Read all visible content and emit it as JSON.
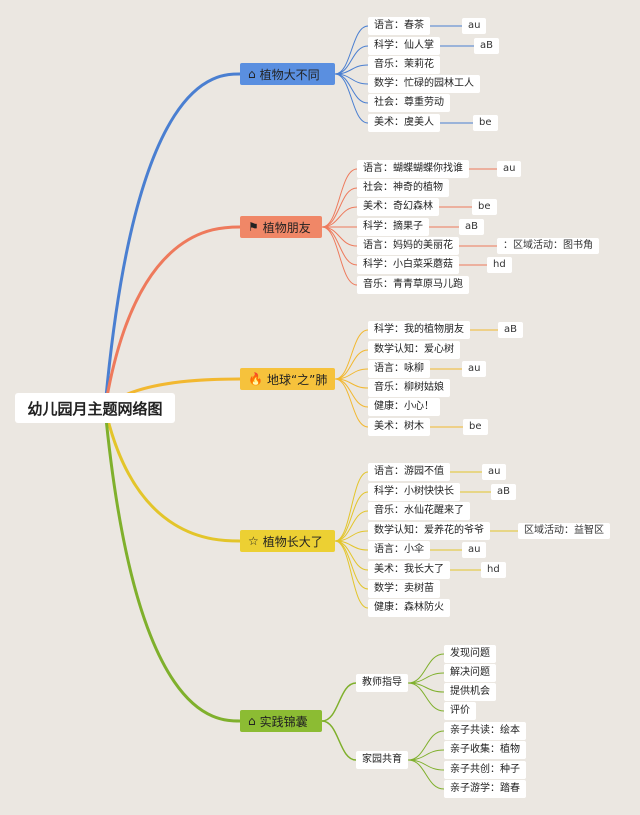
{
  "root": {
    "label": "幼儿园月主题网络图"
  },
  "branches": [
    {
      "label": "植物大不同",
      "icon": "home-icon",
      "icon_glyph": "⌂",
      "color": "#4a7fd1",
      "fill": "#5a8fe0",
      "items": [
        {
          "label": "语言：春茶",
          "tag": "au"
        },
        {
          "label": "科学：仙人掌",
          "tag": "aB"
        },
        {
          "label": "音乐：茉莉花"
        },
        {
          "label": "数学：忙碌的园林工人"
        },
        {
          "label": "社会：尊重劳动"
        },
        {
          "label": "美术：虞美人",
          "tag": "be"
        }
      ]
    },
    {
      "label": "植物朋友",
      "icon": "flag-icon",
      "icon_glyph": "⚑",
      "color": "#ee7a5c",
      "fill": "#f08767",
      "items": [
        {
          "label": "语言：蝴蝶蝴蝶你找谁",
          "tag": "au"
        },
        {
          "label": "社会：神奇的植物"
        },
        {
          "label": "美术：奇幻森林",
          "tag": "be"
        },
        {
          "label": "科学：摘果子",
          "tag": "aB"
        },
        {
          "label": "语言：妈妈的美丽花",
          "tag": "：区域活动：图书角"
        },
        {
          "label": "科学：小白菜采蘑菇",
          "tag": "hd"
        },
        {
          "label": "音乐：青青草原马儿跑"
        }
      ]
    },
    {
      "label": "地球“之”肺",
      "icon": "fire-icon",
      "icon_glyph": "🔥",
      "color": "#f2b830",
      "fill": "#f6c23c",
      "items": [
        {
          "label": "科学：我的植物朋友",
          "tag": "aB"
        },
        {
          "label": "数学认知：爱心树"
        },
        {
          "label": "语言：咏柳",
          "tag": "au"
        },
        {
          "label": "音乐：柳树姑娘"
        },
        {
          "label": "健康：小心！"
        },
        {
          "label": "美术：树木",
          "tag": "be"
        }
      ]
    },
    {
      "label": "植物长大了",
      "icon": "star-icon",
      "icon_glyph": "☆",
      "color": "#e3c52a",
      "fill": "#ecd033",
      "items": [
        {
          "label": "语言：游园不值",
          "tag": "au"
        },
        {
          "label": "科学：小树快快长",
          "tag": "aB"
        },
        {
          "label": "音乐：水仙花醒来了"
        },
        {
          "label": "数学认知：爱养花的爷爷",
          "tag": "区域活动：益智区"
        },
        {
          "label": "语言：小伞",
          "tag": "au"
        },
        {
          "label": "美术：我长大了",
          "tag": "hd"
        },
        {
          "label": "数学：卖树苗"
        },
        {
          "label": "健康：森林防火"
        }
      ]
    },
    {
      "label": "实践锦囊",
      "icon": "home-icon",
      "icon_glyph": "⌂",
      "color": "#7fb02c",
      "fill": "#8cbc33",
      "groups": [
        {
          "label": "教师指导",
          "items": [
            "发现问题",
            "解决问题",
            "提供机会",
            "评价"
          ]
        },
        {
          "label": "家园共育",
          "items": [
            "亲子共读：绘本",
            "亲子收集：植物",
            "亲子共创：种子",
            "亲子游学：踏春"
          ]
        }
      ]
    }
  ]
}
